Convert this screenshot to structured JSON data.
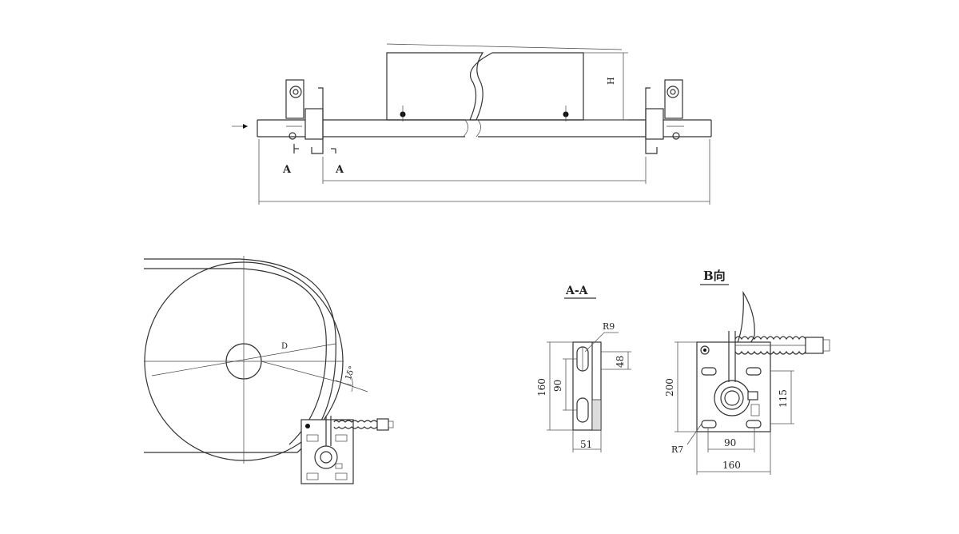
{
  "top_view": {
    "label_section_left": "A",
    "label_section_right": "A",
    "label_height": "H"
  },
  "pulley_view": {
    "label_diameter": "D",
    "label_angle": "15°"
  },
  "section_aa": {
    "title": "A-A",
    "dim_radius": "R9",
    "dim_height": "160",
    "dim_slot_pitch": "90",
    "dim_offset": "48",
    "dim_width": "51"
  },
  "view_b": {
    "title": "B向",
    "dim_height": "200",
    "dim_radius": "R7",
    "dim_hole_pitch": "90",
    "dim_width": "160",
    "dim_spring": "115"
  }
}
